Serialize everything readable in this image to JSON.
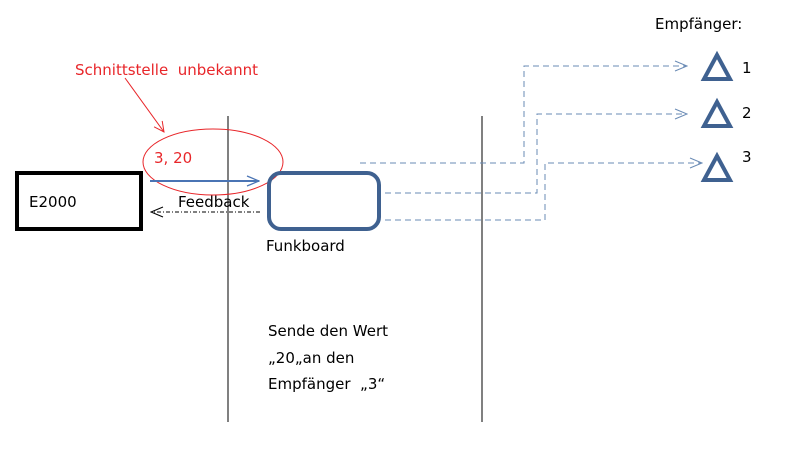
{
  "annotation": {
    "label": "Schnittstelle  unbekannt",
    "value": "3, 20"
  },
  "source": {
    "label": "E2000"
  },
  "feedback": {
    "label": "Feedback"
  },
  "board": {
    "label": "Funkboard"
  },
  "receivers": {
    "title": "Empfänger:",
    "items": [
      "1",
      "2",
      "3"
    ]
  },
  "note": {
    "lines": [
      "Sende den Wert",
      "„20„an den",
      "Empfänger  „3“"
    ]
  },
  "colors": {
    "red": "#e8262a",
    "blue": "#3f6190",
    "arrow": "#4a74b4"
  }
}
